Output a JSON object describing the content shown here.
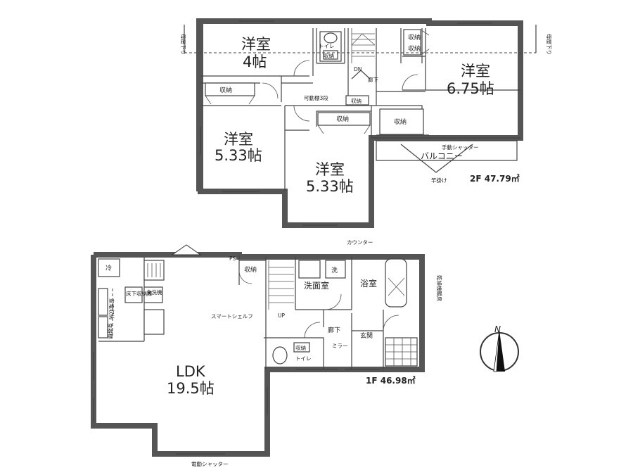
{
  "floor2": {
    "area_label": "2F 47.79㎡",
    "rooms": {
      "western_4": {
        "name": "洋室",
        "size": "4帖"
      },
      "western_675": {
        "name": "洋室",
        "size": "6.75帖"
      },
      "western_533_left": {
        "name": "洋室",
        "size": "5.33帖"
      },
      "western_533_center": {
        "name": "洋室",
        "size": "5.33帖"
      }
    },
    "labels": {
      "storage_a": "収納",
      "storage_b": "収納",
      "storage_c": "収納",
      "storage_d": "収納",
      "storage_e": "収納",
      "toilet": "トイレ",
      "toilet_storage": "収納",
      "dn": "DN",
      "corridor": "廊下",
      "movable_shelf": "可動棚3段",
      "movable_shelf_storage": "収納",
      "manual_shutter": "手動シャッター",
      "balcony": "バルコニー",
      "eaves": "竿掛け",
      "loft_left": "母屋下り",
      "loft_right": "母屋下り"
    }
  },
  "floor1": {
    "area_label": "1F 46.98㎡",
    "rooms": {
      "ldk": {
        "name": "LDK",
        "size": "19.5帖"
      }
    },
    "labels": {
      "fridge": "冷",
      "dishwasher": "食洗機",
      "underfloor": "床下収納庫",
      "appliance_storage": "家電収納",
      "pantry": "食器棚",
      "ps": "PS",
      "storage": "収納",
      "washer": "洗",
      "washroom": "洗面室",
      "bath": "浴室",
      "counter": "カウンター",
      "dryer": "乾燥機暖房",
      "smart_shelf": "スマートシェルフ",
      "up": "UP",
      "corridor": "廊下",
      "entrance": "玄関",
      "mirror": "ミラー",
      "toilet_storage": "収納",
      "toilet": "トイレ",
      "electric_shutter": "電動シャッター"
    }
  },
  "compass": {
    "label": "N"
  }
}
